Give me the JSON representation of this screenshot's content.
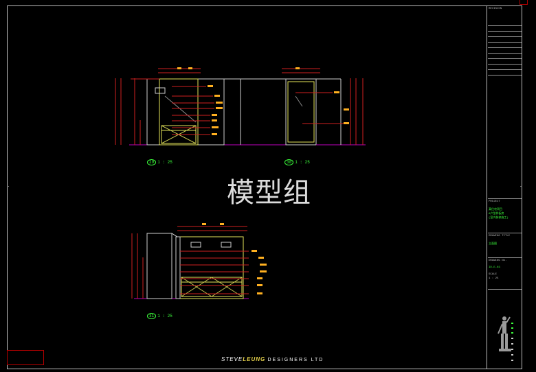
{
  "watermark": "模型组",
  "brand": {
    "part1": "STEVE",
    "part2": "LEUNG",
    "part3": "DESIGNERS LTD"
  },
  "views": [
    {
      "num": "29",
      "label": "1 : 25"
    },
    {
      "num": "30",
      "label": "1 : 25"
    },
    {
      "num": "31",
      "label": "1 : 25"
    }
  ],
  "title_block": {
    "revision_title": "REVISION",
    "project_title": "PROJECT",
    "project_line1": "某住宅项目",
    "project_line2": "A户型样板房",
    "project_line3": "(室内装修施工)",
    "drawing_title_label": "DRAWING TITLE",
    "drawing_title": "立面图",
    "drawing_no_label": "DRAWING No.",
    "drawing_no": "ID-E-03",
    "scale_label": "SCALE",
    "scale": "1 : 25"
  },
  "colors": {
    "line_yellow": "#e6e65a",
    "dim_red": "#d02020",
    "label_orange": "#ffb020",
    "green": "#3cff3c",
    "floor_magenta": "#c000c0"
  }
}
